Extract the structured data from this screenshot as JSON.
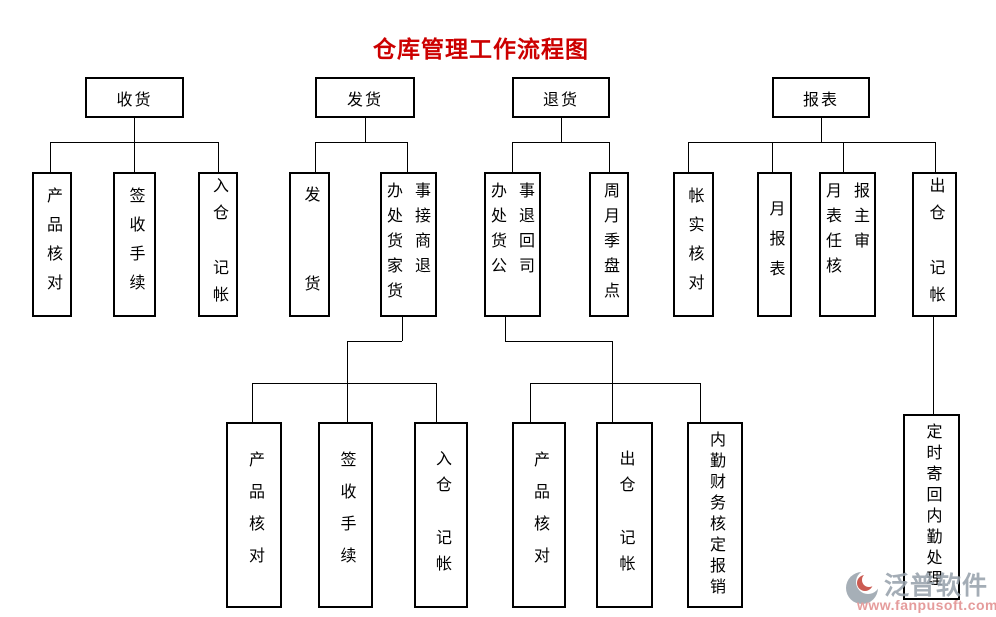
{
  "title": "仓库管理工作流程图",
  "colors": {
    "title_red": "#cc0000",
    "line_black": "#000000",
    "watermark_gray": "#98a2ac",
    "watermark_red": "#e28f8f"
  },
  "nodes": {
    "receiving": "收货",
    "shipping": "发货",
    "returns": "退货",
    "reports": "报表",
    "recv_product_check": "产品核对",
    "recv_sign_procedure": "签收手续",
    "recv_warehouse_in": "入仓 记帐",
    "ship_dispatch": "发  货",
    "ship_office_accept": [
      "办事",
      "处接",
      "货商",
      "家退",
      "货"
    ],
    "ret_office_return": [
      "办事",
      "处退",
      "货回",
      "公司"
    ],
    "ret_inventory_check": "周月季盘点",
    "rep_account_verify": "帐实核对",
    "rep_monthly_report": "月报表",
    "rep_director_review": [
      "月报",
      "表主",
      "任审",
      "核"
    ],
    "rep_warehouse_out": "出仓 记帐",
    "ship_product_check2": "产品核对",
    "ship_sign_procedure2": "签收手续",
    "ship_warehouse_in2": "入仓 记帐",
    "ret_product_check2": "产品核对",
    "ret_warehouse_out2": "出仓 记帐",
    "ret_finance_audit": "内勤财务核定报销",
    "rep_mail_back": "定时寄回内勤处理"
  },
  "watermark": {
    "brand": "泛普软件",
    "url": "www.fanpusoft.com"
  }
}
